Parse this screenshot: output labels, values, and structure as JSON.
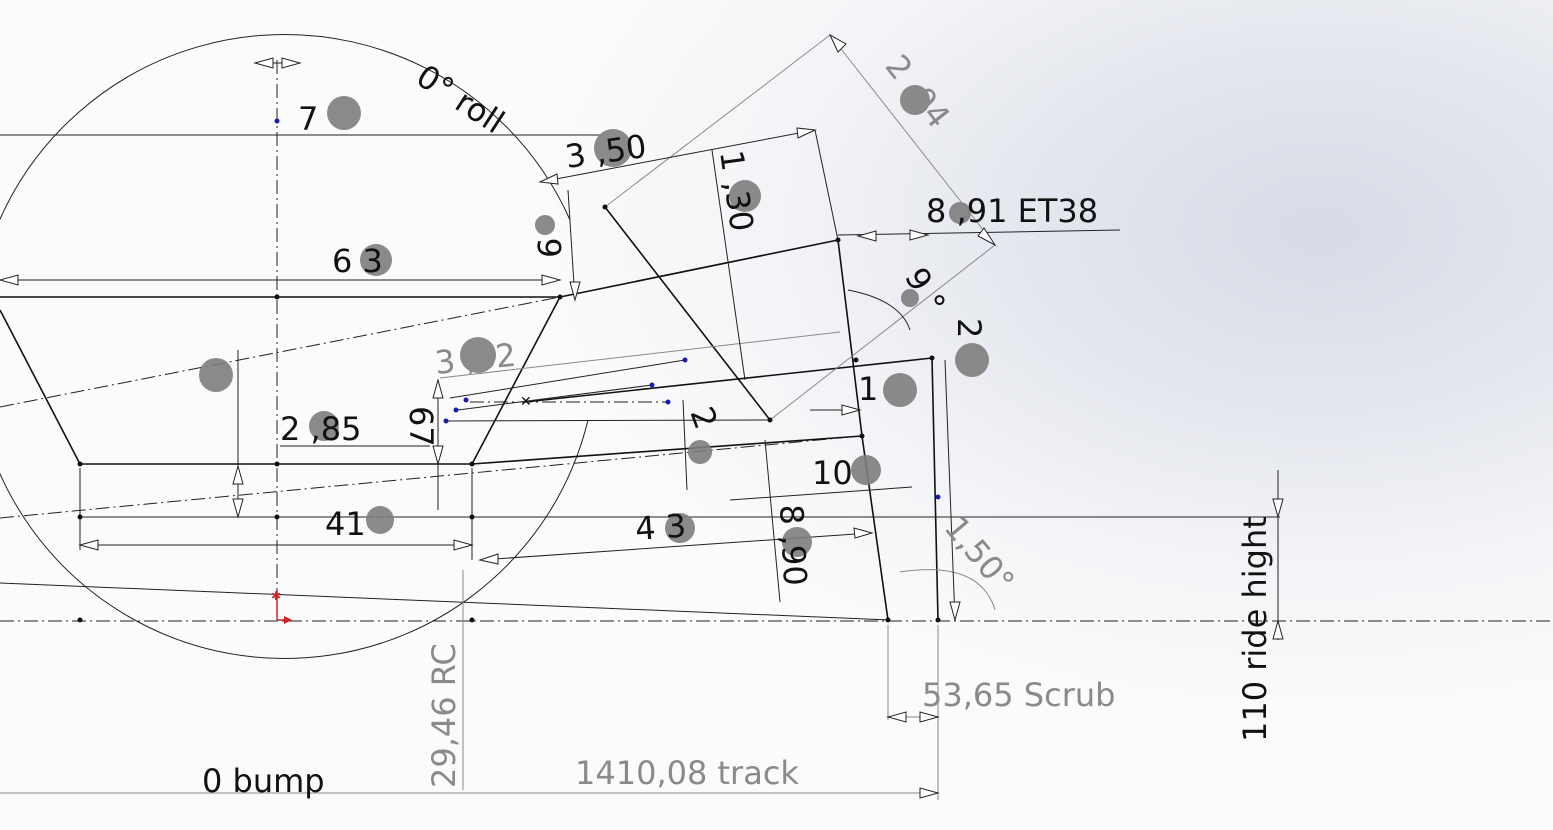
{
  "labels": {
    "roll": "0° roll",
    "bump": "0 bump",
    "ride_height": "110 ride hight",
    "track": "1410,08 track",
    "scrub": "53,65 Scrub",
    "rc": "29,46 RC",
    "et": "8 ,91 ET38",
    "camber": "1,50°",
    "d_top": "7",
    "d_upper_width": "6 3",
    "d_lower_width": "41",
    "d_lower_arm": "4 3",
    "d_a": "3   ,50",
    "d_b": "1  ,30",
    "d_c": "2  ,04",
    "d_d": "3    ,62",
    "d_e": "2   ,85",
    "d_f": "6",
    "d_g": "67",
    "d_h": "2",
    "d_i": "1",
    "d_j": "10",
    "d_k": "8 ,90",
    "d_l": "2",
    "d_m": "9 °"
  },
  "colors": {
    "sketch_line": "#111111",
    "dimension_grey": "#8a8a8a",
    "point_blue": "#1b1bb0",
    "origin_red": "#cc2222"
  }
}
